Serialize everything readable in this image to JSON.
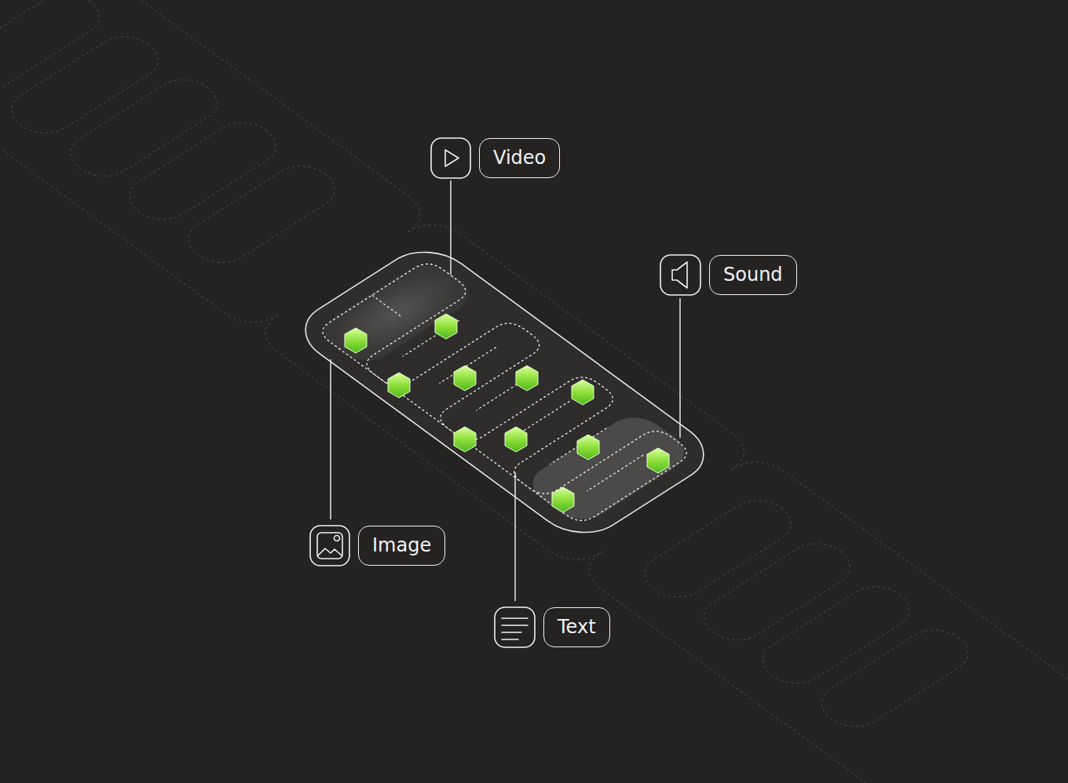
{
  "diagram": {
    "nodes": [
      {
        "text": [
          "Video"
        ]
      },
      {
        "text": [
          "Sound"
        ]
      },
      {
        "text": [
          "Image"
        ]
      },
      {
        "text": [
          "Text"
        ]
      }
    ]
  }
}
